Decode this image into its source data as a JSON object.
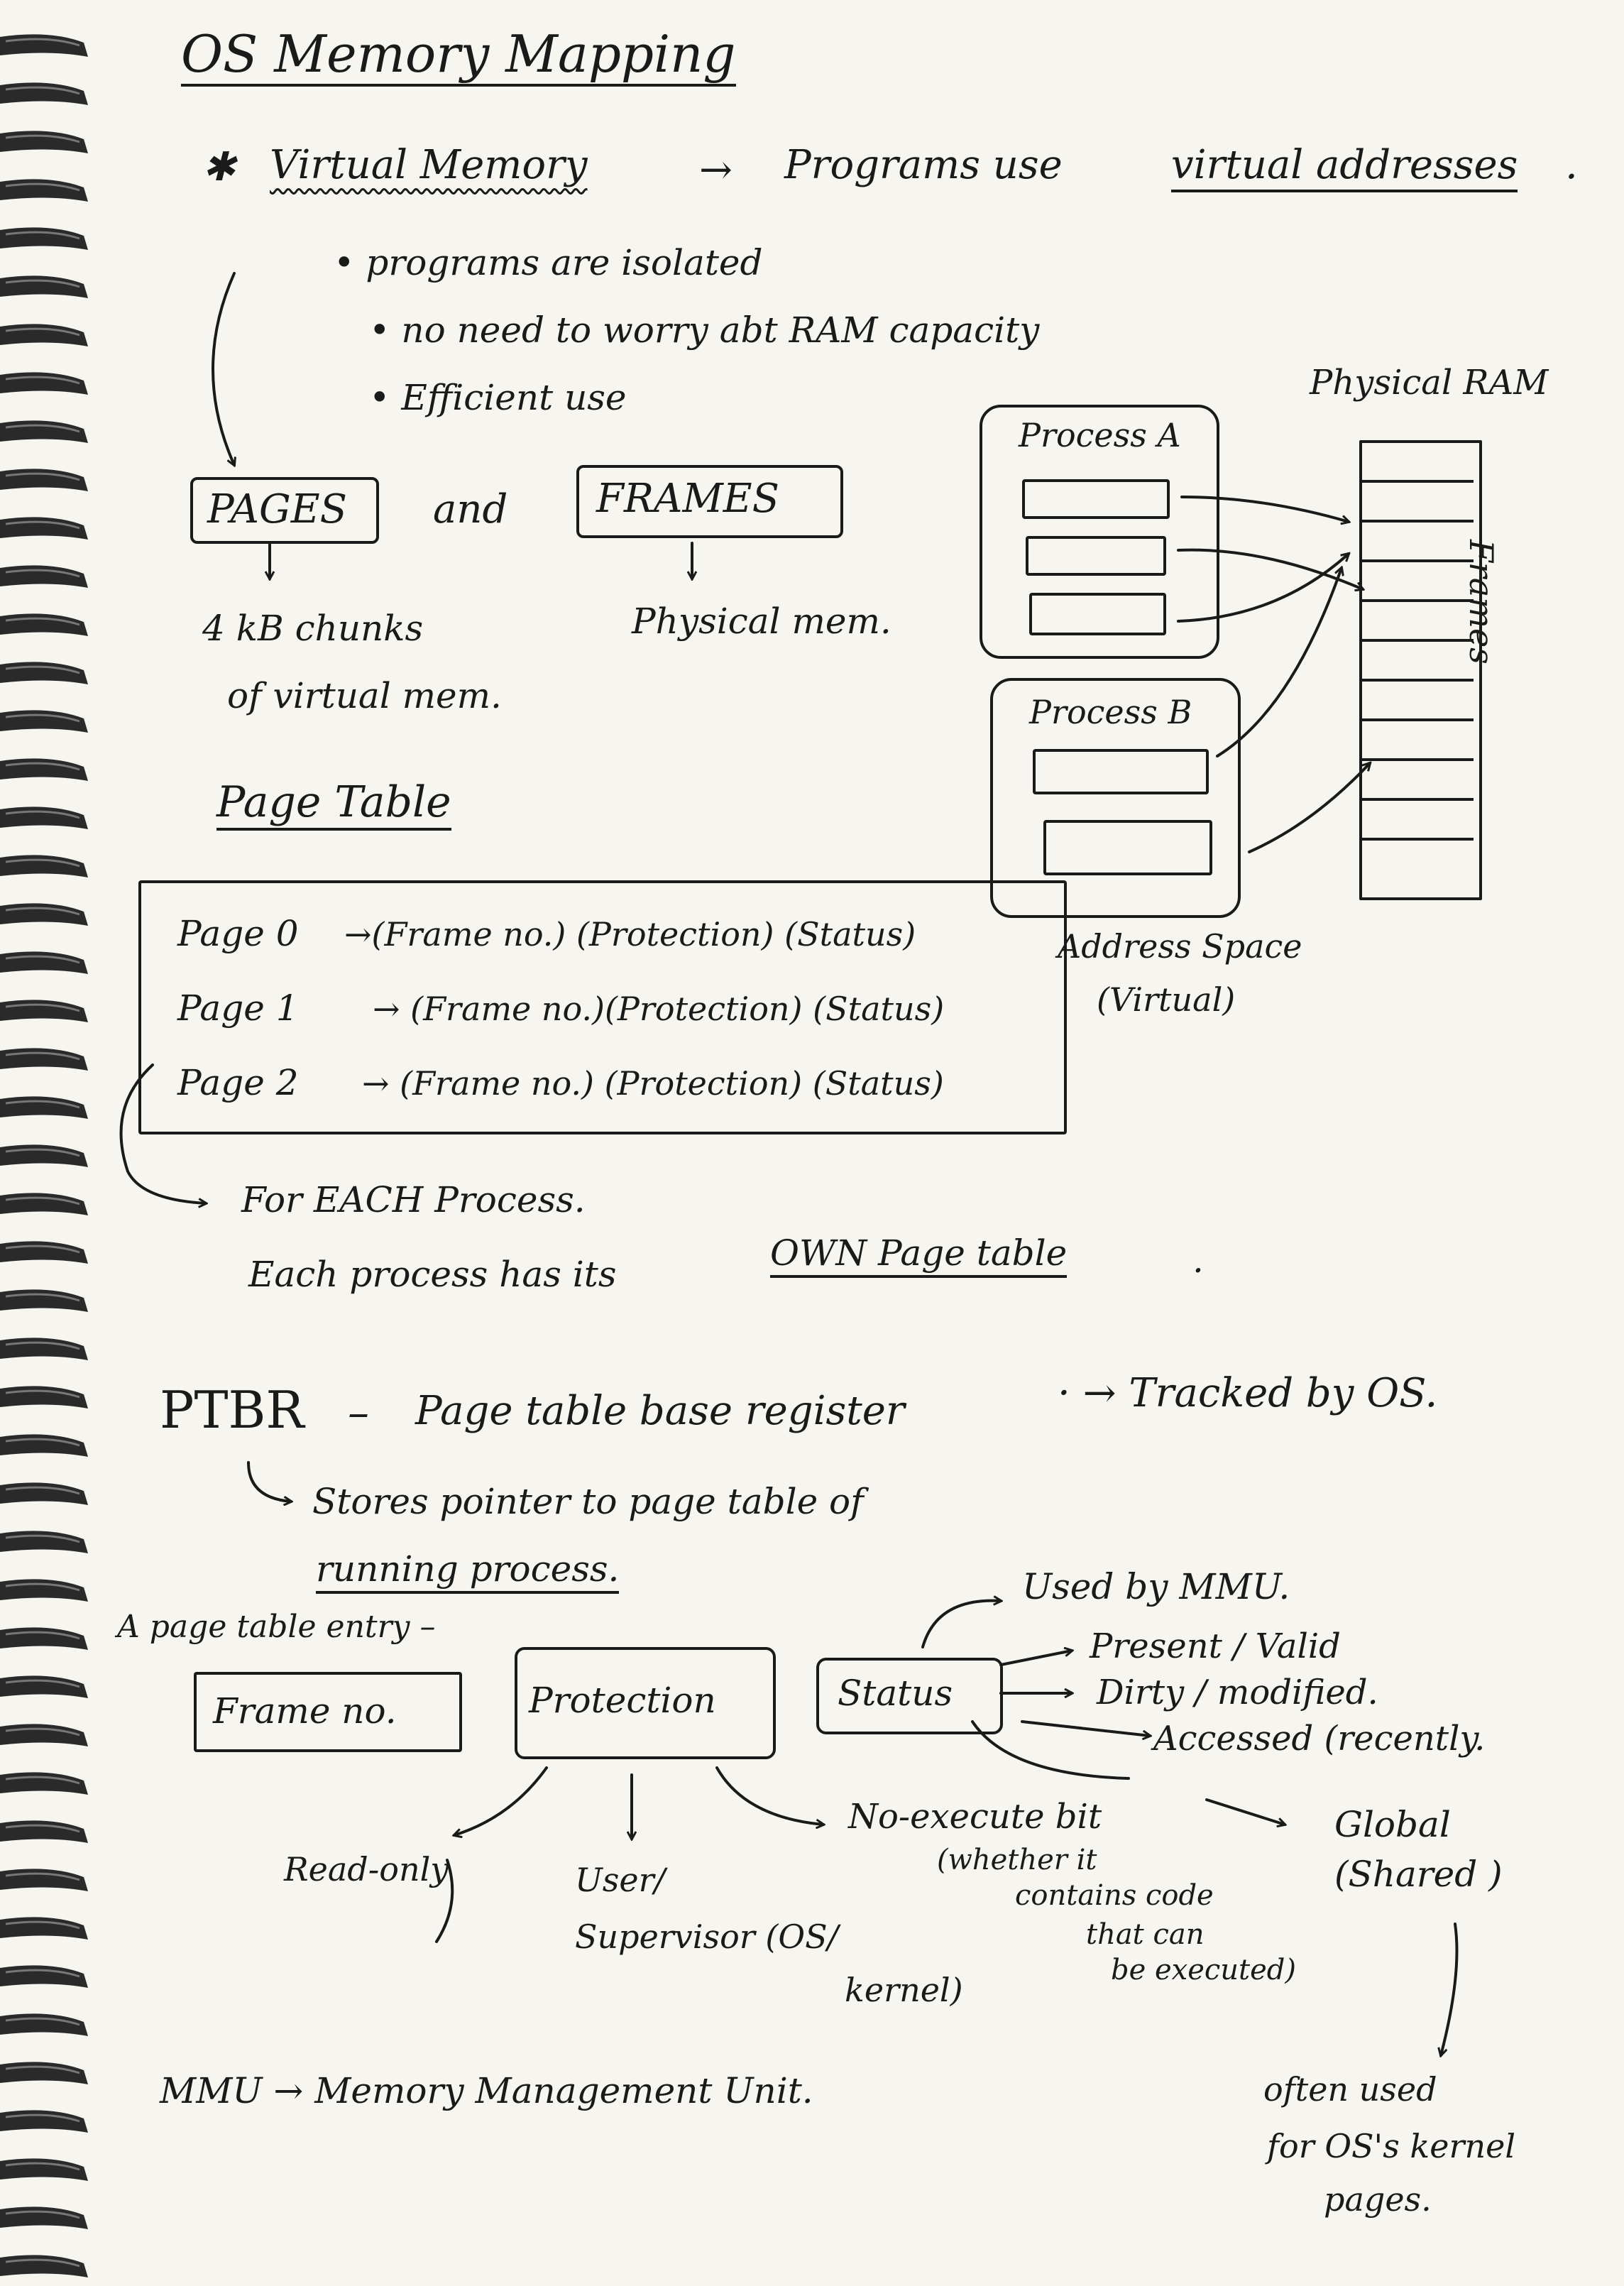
{
  "title": "OS Memory Mapping",
  "virtual_memory": {
    "star": "✱",
    "term": "Virtual Memory",
    "arrow": "→",
    "desc_prefix": "Programs use",
    "desc_underlined": "virtual addresses",
    "desc_end": ".",
    "bullets": [
      "• programs are isolated",
      "• no need to worry abt RAM capacity",
      "• Efficient use"
    ]
  },
  "pages": {
    "label": "PAGES",
    "desc_line1": "4 kB chunks",
    "desc_line2": "of virtual mem."
  },
  "and_word": "and",
  "frames": {
    "label": "FRAMES",
    "desc": "Physical mem."
  },
  "diagram": {
    "physical_ram": "Physical RAM",
    "process_a": "Process A",
    "process_b": "Process B",
    "frames_label": "Frames",
    "address_space_line1": "Address Space",
    "address_space_line2": "(Virtual)"
  },
  "page_table": {
    "heading": "Page Table",
    "rows": [
      {
        "page": "Page 0",
        "fields": "→(Frame no.) (Protection) (Status)"
      },
      {
        "page": "Page 1",
        "fields": "→ (Frame no.)(Protection) (Status)"
      },
      {
        "page": "Page 2",
        "fields": "→ (Frame no.) (Protection) (Status)"
      }
    ],
    "note_line1": "For EACH Process.",
    "note_line2_prefix": "Each process has its",
    "note_line2_underlined": "OWN Page table",
    "note_line2_end": "."
  },
  "ptbr": {
    "term": "PTBR",
    "dash": "–",
    "expansion": "Page table base register",
    "arrow": "· → Tracked by OS.",
    "stores_line1": "Stores pointer to page table of",
    "stores_line2": "running process."
  },
  "entry": {
    "label": "A page table entry –",
    "frame_box": "Frame no.",
    "protection_box": "Protection",
    "status_box": "Status",
    "used_by_mmu": "Used by MMU.",
    "status_items": [
      "Present / Valid",
      "Dirty / modified.",
      "Accessed (recently."
    ],
    "protection_items": {
      "read_only": "Read-only",
      "user_line1": "User/",
      "user_line2": "Supervisor (OS/",
      "user_line3": "kernel)",
      "noexec_line1": "No-execute bit",
      "noexec_line2": "(whether it",
      "noexec_line3": "contains code",
      "noexec_line4": "that can",
      "noexec_line5": "be executed)"
    },
    "global_line1": "Global",
    "global_line2": "(Shared )",
    "global_note_line1": "often used",
    "global_note_line2": "for OS's kernel",
    "global_note_line3": "pages."
  },
  "mmu": "MMU → Memory Management Unit."
}
